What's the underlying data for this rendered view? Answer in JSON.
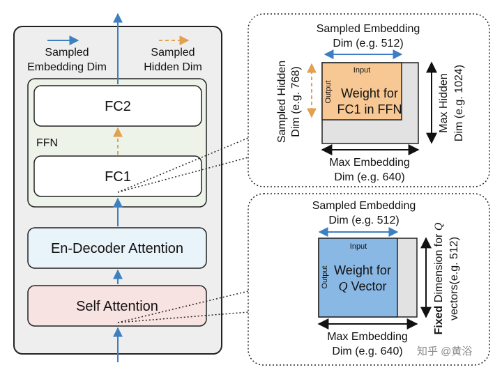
{
  "legend": {
    "sampled_embedding": [
      "Sampled",
      "Embedding Dim"
    ],
    "sampled_hidden": [
      "Sampled",
      "Hidden Dim"
    ]
  },
  "blocks": {
    "fc2": "FC2",
    "ffn": "FFN",
    "fc1": "FC1",
    "en_decoder": "En-Decoder Attention",
    "self_attention": "Self Attention"
  },
  "top_panel": {
    "sampled_embedding": [
      "Sampled Embedding",
      "Dim (e.g. 512)"
    ],
    "sampled_hidden": [
      "Sampled Hidden",
      "Dim (e.g. 768)"
    ],
    "input": "Input",
    "output": "Output",
    "weight": [
      "Weight for",
      "FC1 in FFN"
    ],
    "max_hidden": [
      "Max Hidden",
      "Dim (e.g. 1024)"
    ],
    "max_embedding": [
      "Max Embedding",
      "Dim (e.g. 640)"
    ]
  },
  "bottom_panel": {
    "sampled_embedding": [
      "Sampled Embedding",
      "Dim (e.g. 512)"
    ],
    "input": "Input",
    "output": "Output",
    "weight_line1": "Weight for",
    "weight_q": "Q",
    "weight_vector": " Vector",
    "fixed_bold": "Fixed",
    "fixed_rest": " Dimension for ",
    "fixed_q": "Q",
    "fixed_line2": "vectors(e.g. 512)",
    "max_embedding": [
      "Max Embedding",
      "Dim (e.g. 640)"
    ]
  },
  "watermark": "知乎 @黄浴",
  "colors": {
    "blue_arrow": "#3d7fc1",
    "orange_arrow": "#e3a04e",
    "orange_fill": "#f7c894",
    "blue_fill": "#8ab8e4",
    "gray_fill": "#e2e2e2",
    "panel_bg": "#eeeeee",
    "ffn_bg": "#eef3ea",
    "en_dec_bg": "#e9f4fa",
    "self_att_bg": "#f7e3e1"
  }
}
